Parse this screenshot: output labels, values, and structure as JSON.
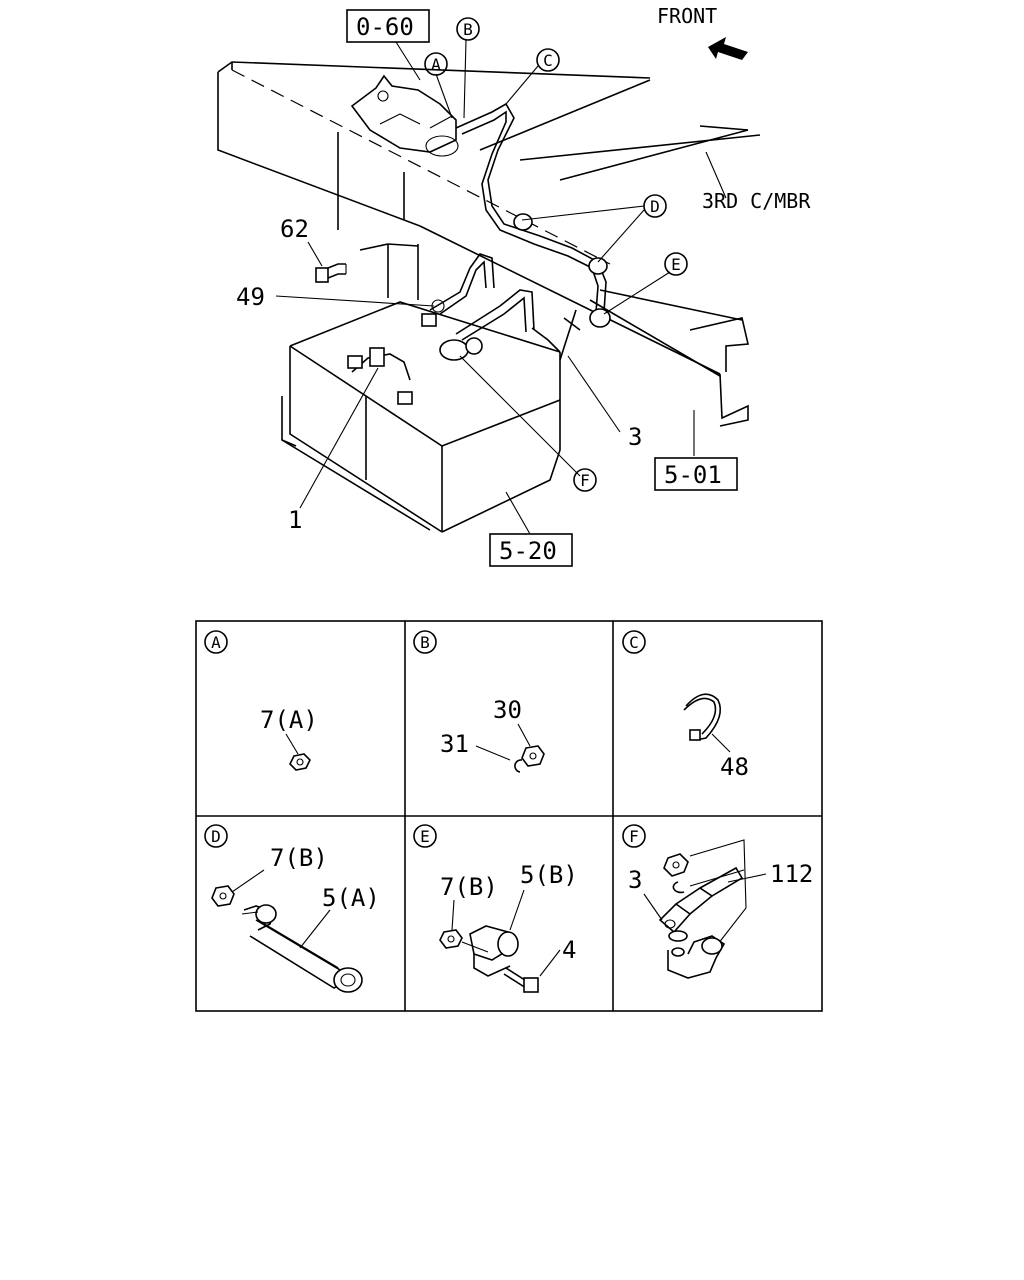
{
  "top": {
    "front_label": "FRONT",
    "crossmember_label": "3RD C/MBR",
    "ref_boxes": {
      "r060": "0-60",
      "r501": "5-01",
      "r520": "5-20"
    },
    "part_numbers": {
      "p62": "62",
      "p49": "49",
      "p1": "1",
      "p3": "3"
    },
    "callouts": {
      "a": "A",
      "b": "B",
      "c": "C",
      "d": "D",
      "e": "E",
      "f": "F"
    }
  },
  "details": {
    "a": {
      "letter": "A",
      "labels": {
        "p7a": "7(A)"
      }
    },
    "b": {
      "letter": "B",
      "labels": {
        "p30": "30",
        "p31": "31"
      }
    },
    "c": {
      "letter": "C",
      "labels": {
        "p48": "48"
      }
    },
    "d": {
      "letter": "D",
      "labels": {
        "p7b": "7(B)",
        "p5a": "5(A)"
      }
    },
    "e": {
      "letter": "E",
      "labels": {
        "p7b": "7(B)",
        "p5b": "5(B)",
        "p4": "4"
      }
    },
    "f": {
      "letter": "F",
      "labels": {
        "p3": "3",
        "p112": "112"
      }
    }
  },
  "icons": [
    "front-arrow-icon",
    "battery-icon",
    "frame-rail-icon",
    "nut-icon",
    "washer-icon",
    "clamp-icon",
    "bracket-icon",
    "bolt-icon",
    "terminal-icon"
  ]
}
